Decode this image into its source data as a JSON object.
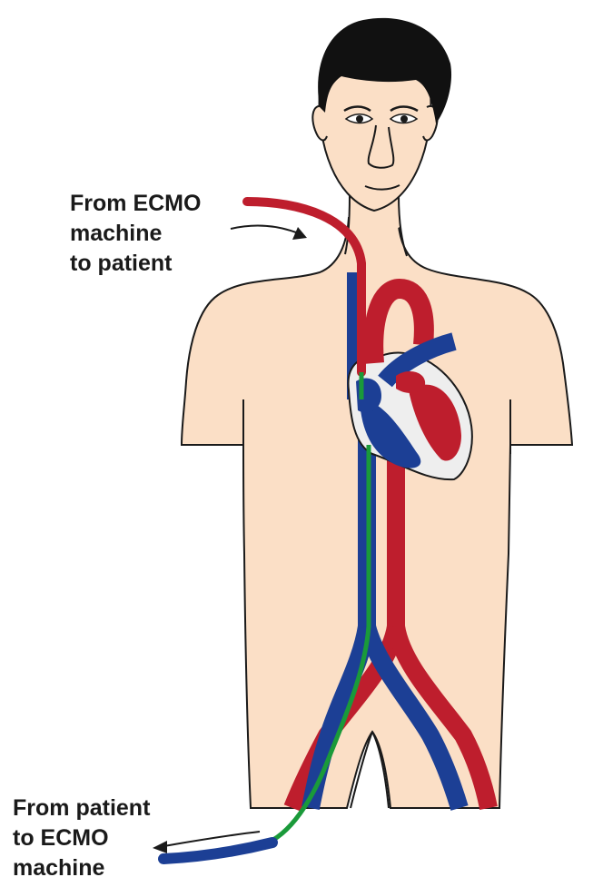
{
  "labels": {
    "top": [
      "From ECMO",
      "machine",
      "to patient"
    ],
    "bottom": [
      "From patient",
      "to ECMO",
      "machine"
    ]
  },
  "colors": {
    "skin": "#fbdfc6",
    "outline": "#1a1a1a",
    "hair": "#111111",
    "artery": "#be1e2d",
    "vein": "#1c3f95",
    "cannula": "#1a9a3a",
    "heart_white": "#eeeeee",
    "background": "#ffffff"
  },
  "icons": [
    "arrow-icon",
    "heart-icon",
    "head-icon"
  ]
}
